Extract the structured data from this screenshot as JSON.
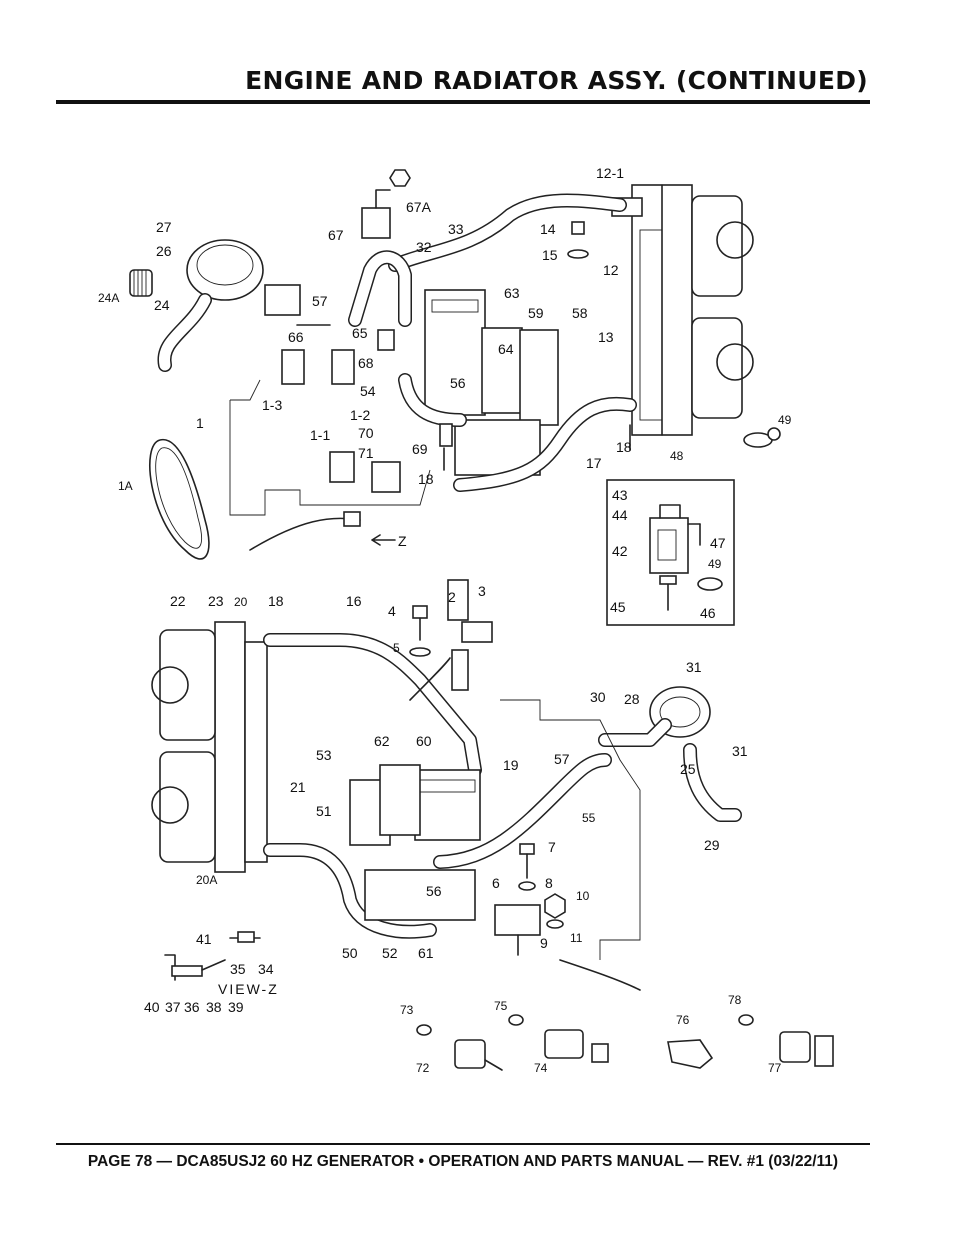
{
  "header": {
    "title": "ENGINE AND RADIATOR ASSY. (CONTINUED)"
  },
  "footer": {
    "text": "PAGE 78 — DCA85USJ2 60 HZ GENERATOR • OPERATION AND PARTS MANUAL — REV. #1 (03/22/11)"
  },
  "diagram": {
    "labels": [
      "27",
      "26",
      "24A",
      "24",
      "67",
      "67A",
      "32",
      "33",
      "14",
      "15",
      "12-1",
      "12",
      "13",
      "57",
      "63",
      "59",
      "58",
      "64",
      "66",
      "65",
      "68",
      "1-3",
      "54",
      "1-2",
      "56",
      "1",
      "70",
      "71",
      "69",
      "1-1",
      "18",
      "17",
      "48",
      "49",
      "1A",
      "Z",
      "43",
      "44",
      "47",
      "42",
      "45",
      "46",
      "22",
      "23",
      "20",
      "18",
      "16",
      "2",
      "3",
      "4",
      "5",
      "31",
      "30",
      "28",
      "25",
      "53",
      "62",
      "60",
      "19",
      "57",
      "21",
      "51",
      "55",
      "29",
      "7",
      "8",
      "6",
      "10",
      "11",
      "9",
      "20A",
      "56",
      "50",
      "52",
      "61",
      "41",
      "35",
      "34",
      "40",
      "37",
      "36",
      "38",
      "39",
      "VIEW-Z",
      "73",
      "72",
      "75",
      "74",
      "76",
      "78",
      "77"
    ]
  }
}
